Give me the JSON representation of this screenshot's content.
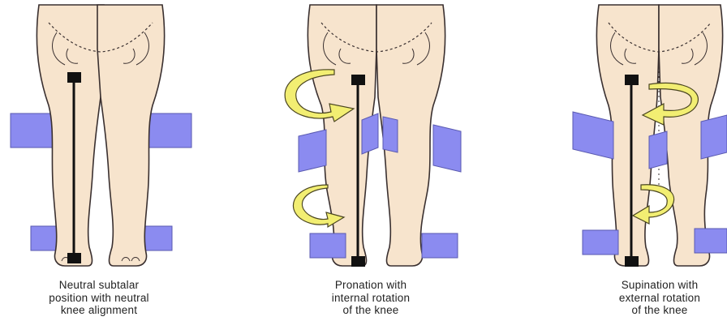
{
  "panels": [
    {
      "caption": "Neutral subtalar\nposition with neutral\nknee alignment"
    },
    {
      "caption": "Pronation with\ninternal rotation\nof the knee"
    },
    {
      "caption": "Supination with\nexternal rotation\nof the knee"
    }
  ],
  "colors": {
    "skin": "#f7e4cd",
    "outline": "#3a3030",
    "block": "#8b8bf0",
    "block_edge": "#5a5ab0",
    "arrow": "#f2ee72",
    "arrow_edge": "#4a4520",
    "rod": "#111111"
  }
}
